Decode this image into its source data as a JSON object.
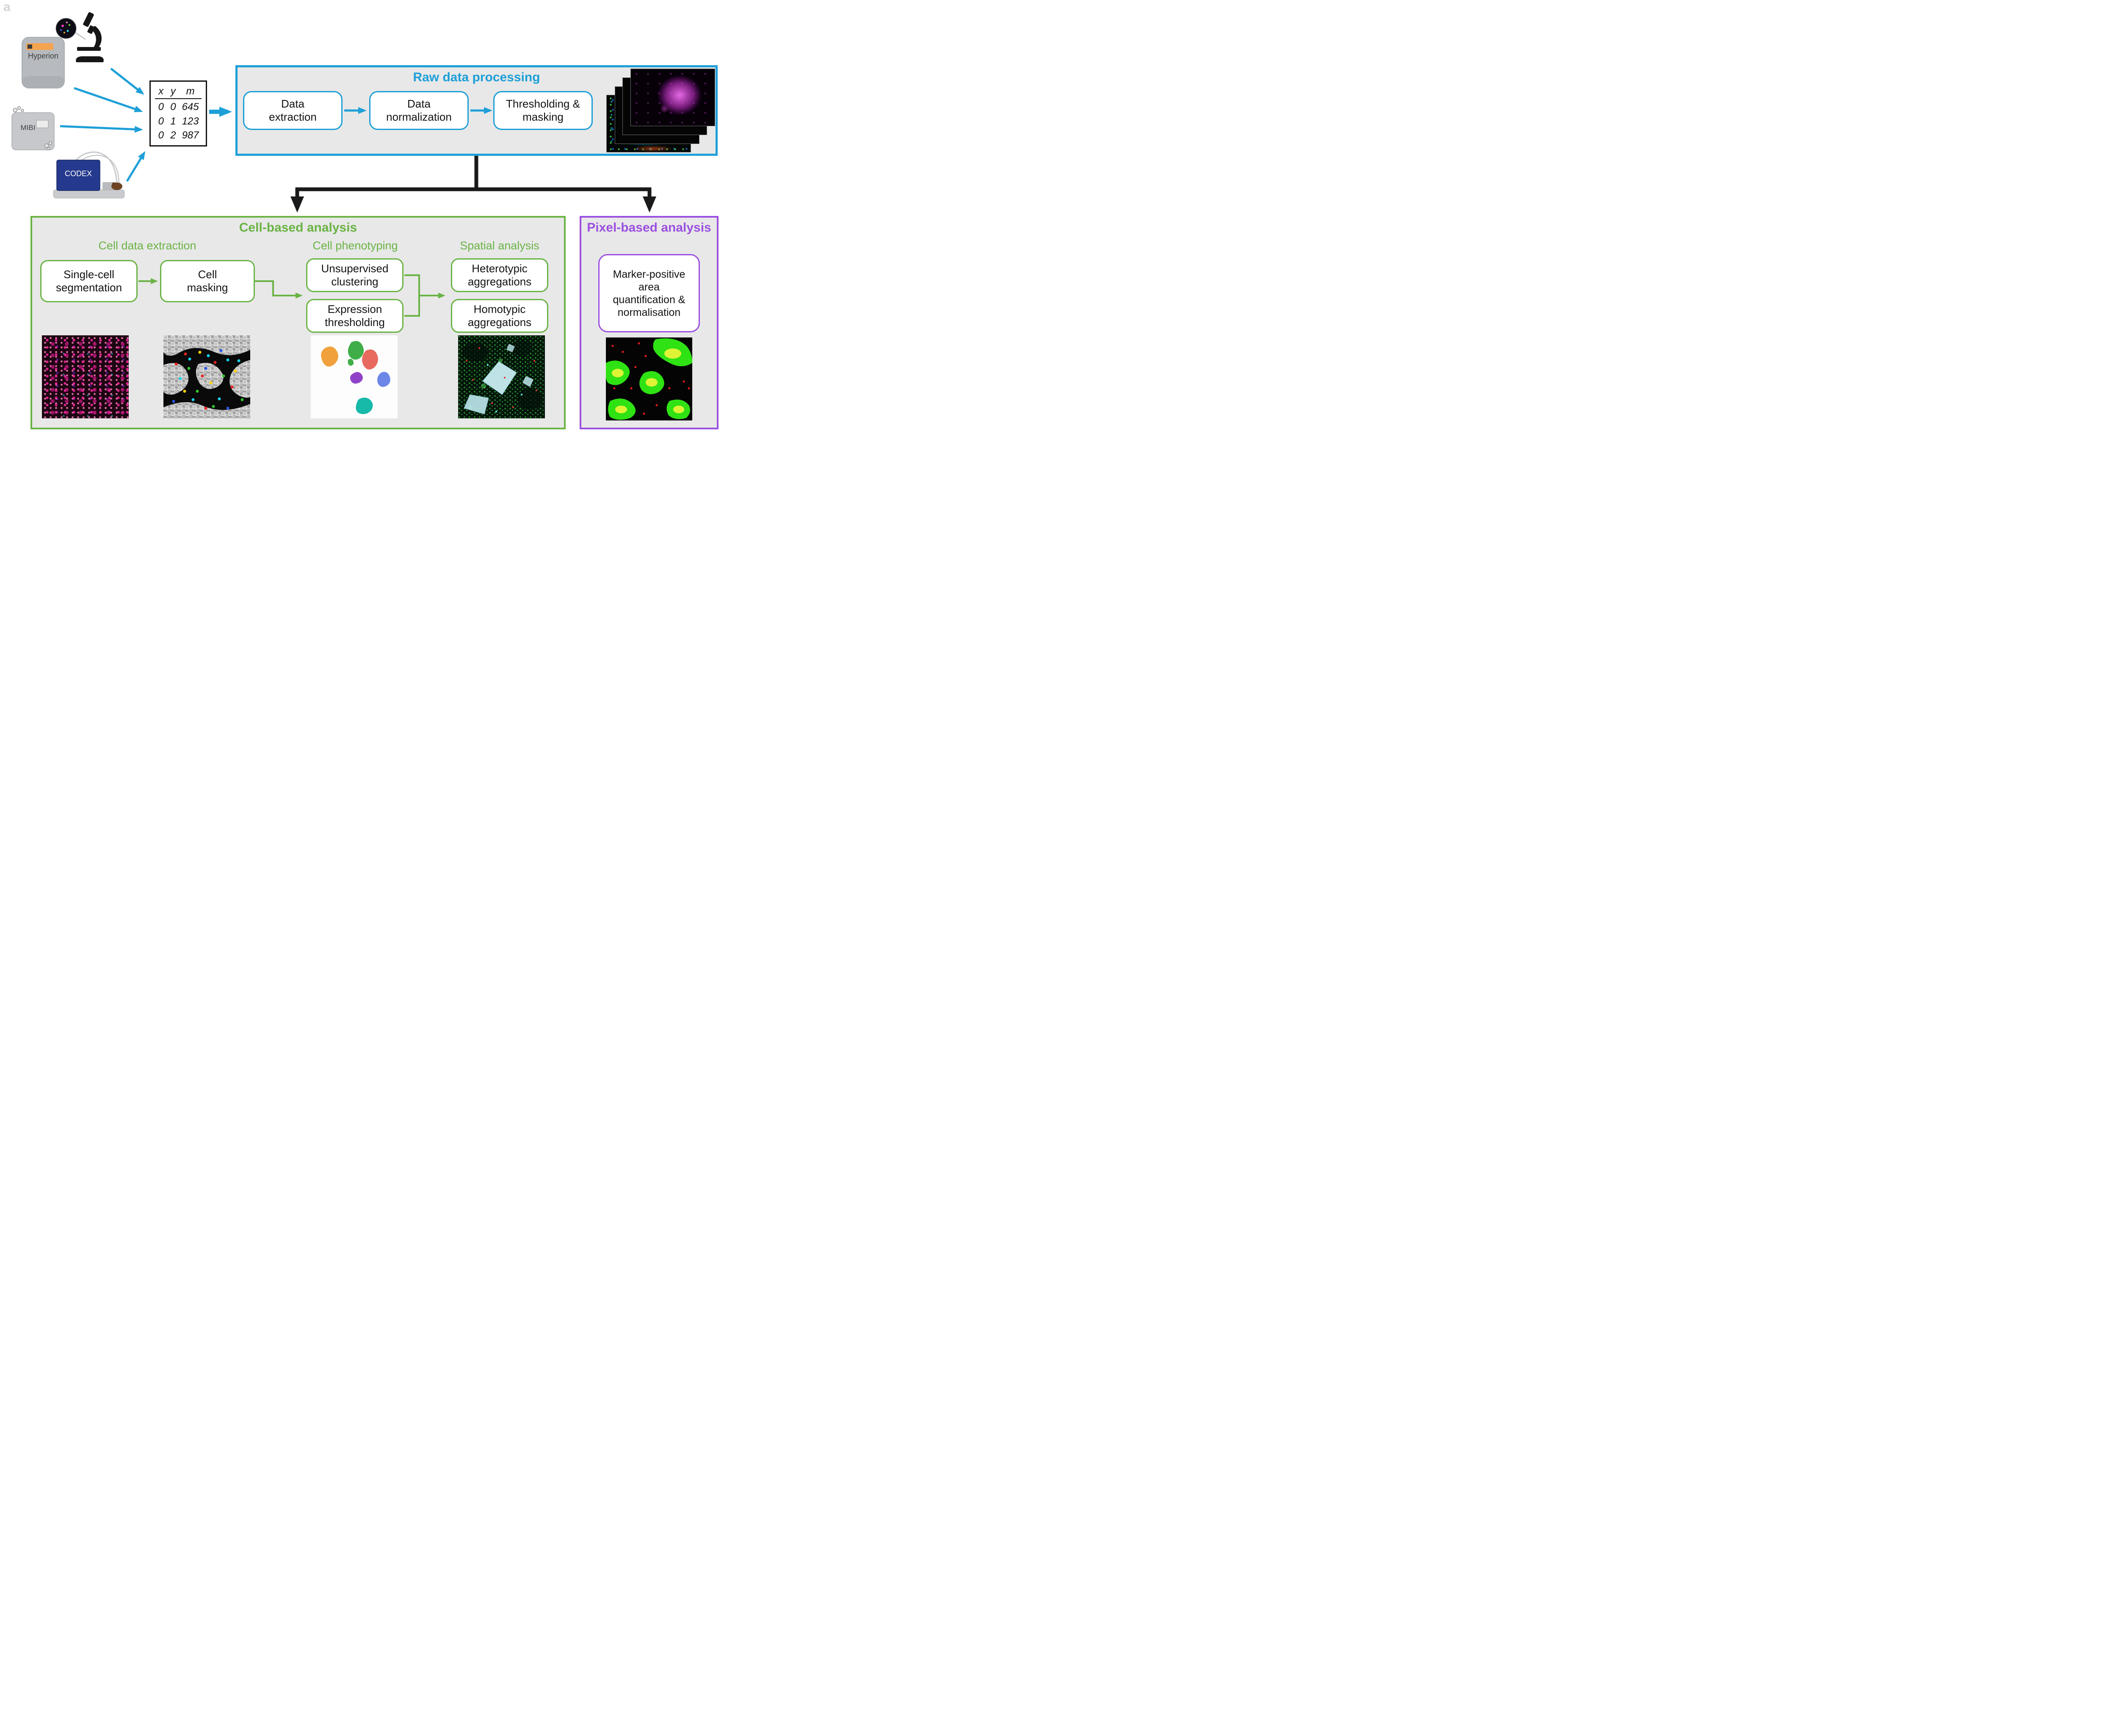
{
  "panel_label": "a",
  "instruments": {
    "hyperion": "Hyperion",
    "mibi": "MIBI",
    "codex": "CODEX"
  },
  "data_table": {
    "headers": [
      "x",
      "y",
      "m"
    ],
    "rows": [
      [
        "0",
        "0",
        "645"
      ],
      [
        "0",
        "1",
        "123"
      ],
      [
        "0",
        "2",
        "987"
      ]
    ]
  },
  "raw_processing": {
    "title": "Raw data processing",
    "steps": [
      "Data extraction",
      "Data normalization",
      "Thresholding & masking"
    ]
  },
  "cell_analysis": {
    "title": "Cell-based analysis",
    "sections": [
      {
        "label": "Cell data extraction",
        "boxes": [
          "Single-cell segmentation",
          "Cell masking"
        ]
      },
      {
        "label": "Cell phenotyping",
        "boxes": [
          "Unsupervised clustering",
          "Expression thresholding"
        ]
      },
      {
        "label": "Spatial analysis",
        "boxes": [
          "Heterotypic aggregations",
          "Homotypic aggregations"
        ]
      }
    ]
  },
  "pixel_analysis": {
    "title": "Pixel-based analysis",
    "box": "Marker-positive area quantification & normalisation"
  },
  "colors": {
    "blue": "#1d9fd8",
    "green": "#6ab344",
    "purple": "#9b4fe0",
    "panel_bg": "#e8e8e8",
    "arrow_black": "#1a1a1a"
  }
}
